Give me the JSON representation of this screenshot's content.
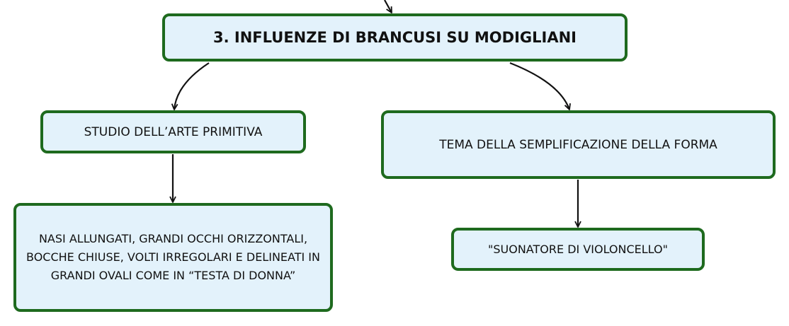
{
  "diagram": {
    "type": "concept-map",
    "colors": {
      "node_fill": "#e3f2fb",
      "node_border": "#1e6a1e",
      "connector": "#111111"
    },
    "nodes": {
      "main": "3. INFLUENZE DI BRANCUSI SU MODIGLIANI",
      "studio": "STUDIO DELL’ARTE PRIMITIVA",
      "tema": "TEMA DELLA SEMPLIFICAZIONE DELLA FORMA",
      "nasi": "NASI ALLUNGATI, GRANDI OCCHI ORIZZONTALI, BOCCHE CHIUSE, VOLTI IRREGOLARI E DELINEATI IN GRANDI OVALI COME IN “TESTA DI DONNA”",
      "suonatore": "\"SUONATORE DI VIOLONCELLO\""
    },
    "edges": [
      {
        "from": "(above)",
        "to": "main"
      },
      {
        "from": "main",
        "to": "studio"
      },
      {
        "from": "main",
        "to": "tema"
      },
      {
        "from": "studio",
        "to": "nasi"
      },
      {
        "from": "tema",
        "to": "suonatore"
      }
    ]
  }
}
